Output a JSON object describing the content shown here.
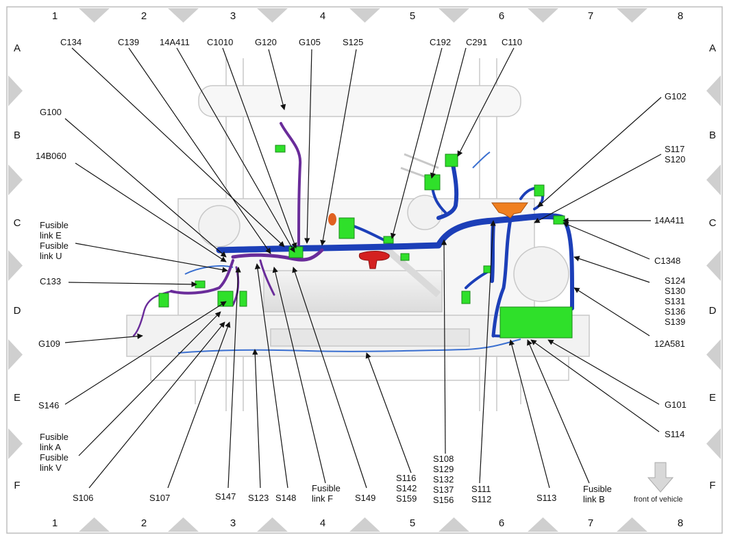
{
  "grid": {
    "columns": [
      "1",
      "2",
      "3",
      "4",
      "5",
      "6",
      "7",
      "8"
    ],
    "rows": [
      "A",
      "B",
      "C",
      "D",
      "E",
      "F"
    ]
  },
  "callouts": {
    "c134": "C134",
    "c139": "C139",
    "l14a411_top": "14A411",
    "c1010": "C1010",
    "g120": "G120",
    "g105": "G105",
    "s125": "S125",
    "c192": "C192",
    "c291": "C291",
    "c110": "C110",
    "g102": "G102",
    "s117": "S117",
    "s120": "S120",
    "g100": "G100",
    "l14b060": "14B060",
    "fusible_e_1": "Fusible",
    "fusible_e_2": "link E",
    "fusible_u_1": "Fusible",
    "fusible_u_2": "link U",
    "l14a411_right": "14A411",
    "c1348": "C1348",
    "c133": "C133",
    "s124": "S124",
    "s130": "S130",
    "s131": "S131",
    "s136": "S136",
    "s139": "S139",
    "l12a581": "12A581",
    "g109": "G109",
    "s146": "S146",
    "g101": "G101",
    "fusible_a_1": "Fusible",
    "fusible_a_2": "link A",
    "fusible_v_1": "Fusible",
    "fusible_v_2": "link V",
    "s114": "S114",
    "s108": "S108",
    "s129": "S129",
    "s132": "S132",
    "s137": "S137",
    "s156": "S156",
    "s116": "S116",
    "s142": "S142",
    "s159": "S159",
    "s106": "S106",
    "s107": "S107",
    "s147": "S147",
    "s123": "S123",
    "s148": "S148",
    "fusible_f_1": "Fusible",
    "fusible_f_2": "link F",
    "s149": "S149",
    "s111": "S111",
    "s112": "S112",
    "s113": "S113",
    "fusible_b_1": "Fusible",
    "fusible_b_2": "link B"
  },
  "front_label": "front of vehicle",
  "colors": {
    "harness_blue": "#1c3fb8",
    "harness_purple": "#6a2c9a",
    "connector_green": "#2fe02a",
    "connector_orange": "#f08020",
    "connector_red": "#d42020",
    "frame_gray": "#c8c8c8",
    "marker_gray": "#cfcfcf"
  }
}
